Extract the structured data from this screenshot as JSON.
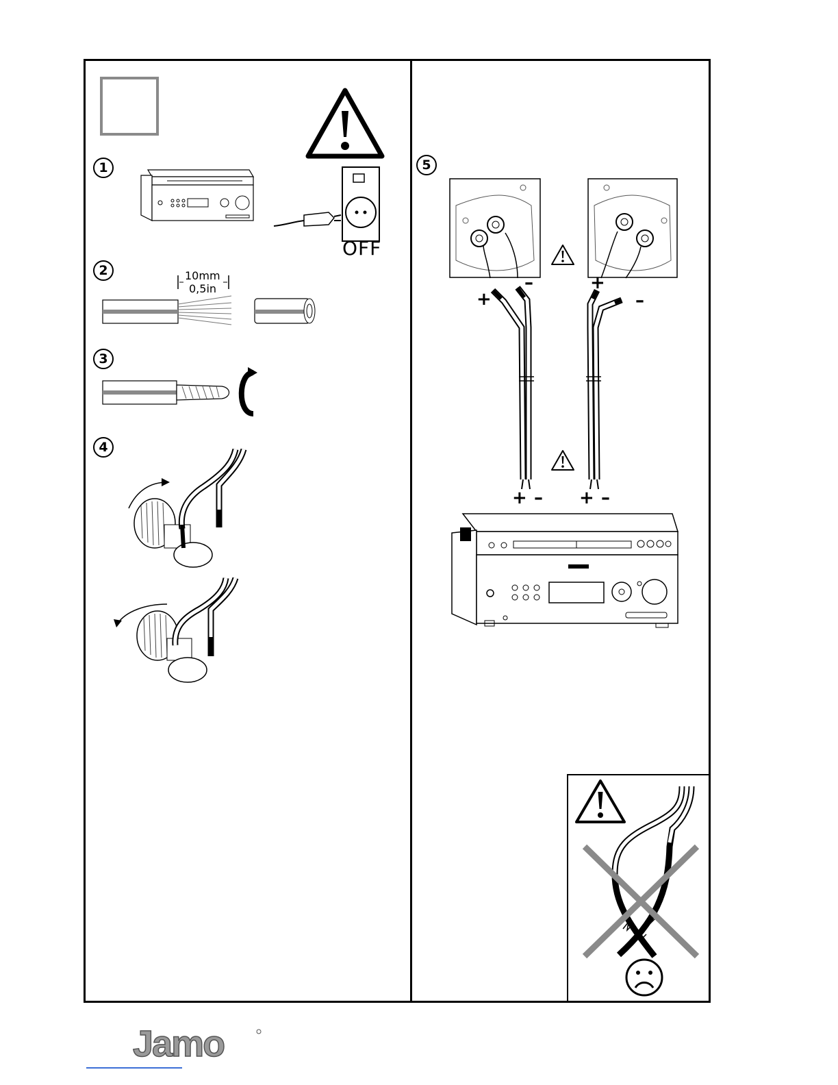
{
  "steps": {
    "s1": "1",
    "s2": "2",
    "s3": "3",
    "s4": "4",
    "s5": "5"
  },
  "power_label": "OFF",
  "strip_length": {
    "metric": "10mm",
    "imperial": "0,5in"
  },
  "polarity": {
    "plus": "+",
    "minus": "–"
  },
  "logo": "Jamo",
  "colors": {
    "frame": "#000000",
    "accent_gray": "#8a8a8a",
    "link_blue": "#3b6fd6"
  },
  "icons": [
    "warning-triangle-icon",
    "power-outlet-icon",
    "rotate-icon",
    "sad-face-icon",
    "cross-out-icon"
  ]
}
